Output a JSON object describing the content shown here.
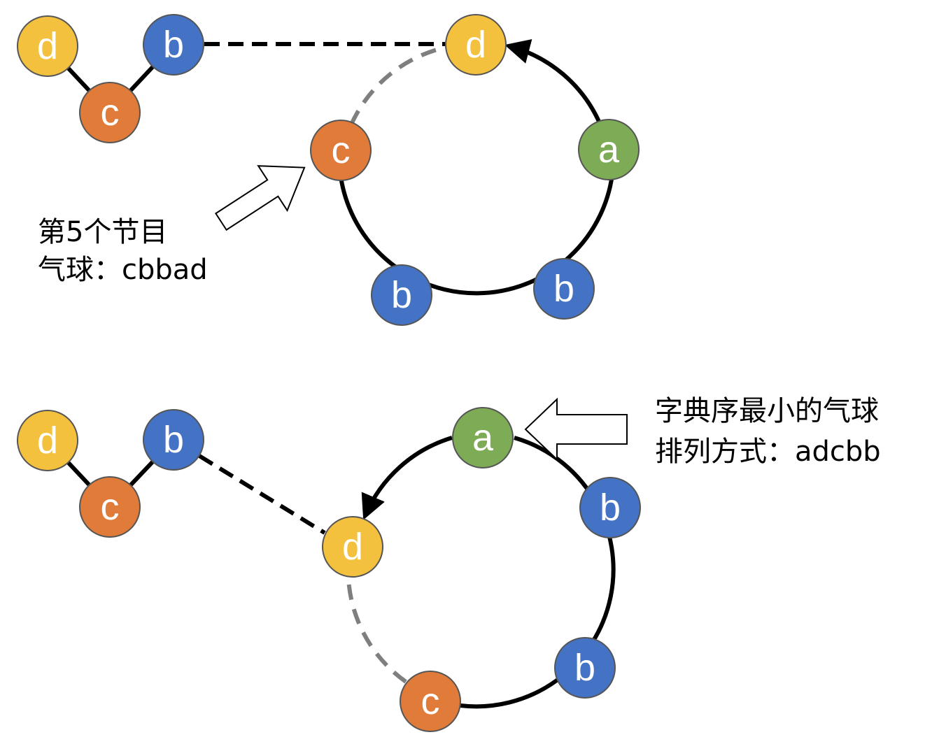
{
  "colors": {
    "a": "#7eab55",
    "b": "#4472c4",
    "c": "#e07b39",
    "d": "#f4c13f",
    "node_stroke": "#555555",
    "edge": "#000000",
    "dashed_gray": "#7f7f7f"
  },
  "top": {
    "caption_line1": "第5个节目",
    "caption_line2": "气球：cbbad",
    "chain": [
      {
        "label": "d",
        "color": "d"
      },
      {
        "label": "c",
        "color": "c"
      },
      {
        "label": "b",
        "color": "b"
      }
    ],
    "ring": [
      {
        "label": "d",
        "color": "d"
      },
      {
        "label": "a",
        "color": "a"
      },
      {
        "label": "b",
        "color": "b"
      },
      {
        "label": "b",
        "color": "b"
      },
      {
        "label": "c",
        "color": "c"
      }
    ]
  },
  "bottom": {
    "caption_line1": "字典序最小的气球",
    "caption_line2": "排列方式：adcbb",
    "chain": [
      {
        "label": "d",
        "color": "d"
      },
      {
        "label": "c",
        "color": "c"
      },
      {
        "label": "b",
        "color": "b"
      }
    ],
    "ring": [
      {
        "label": "a",
        "color": "a"
      },
      {
        "label": "b",
        "color": "b"
      },
      {
        "label": "b",
        "color": "b"
      },
      {
        "label": "c",
        "color": "c"
      },
      {
        "label": "d",
        "color": "d"
      }
    ]
  }
}
